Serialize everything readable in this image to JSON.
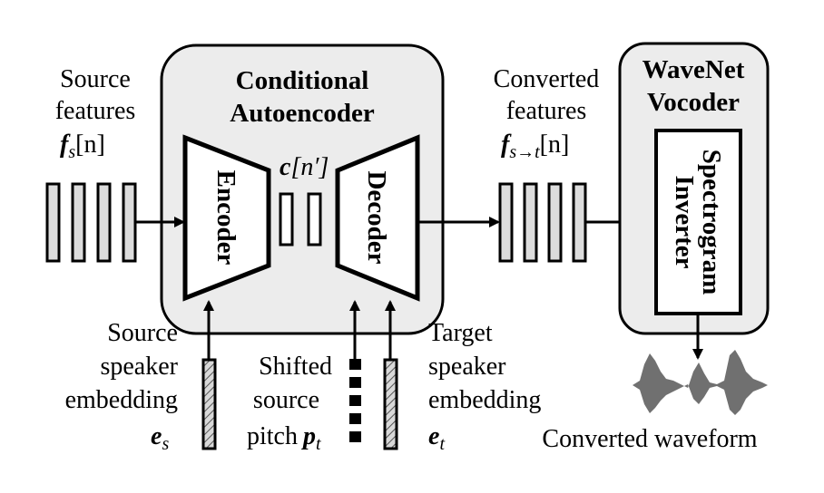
{
  "source_features": {
    "line1": "Source",
    "line2": "features",
    "symbol": "f",
    "sub": "s",
    "index": "[n]"
  },
  "autoencoder": {
    "line1": "Conditional",
    "line2": "Autoencoder"
  },
  "encoder": {
    "label": "Encoder"
  },
  "decoder": {
    "label": "Decoder"
  },
  "latent": {
    "symbol": "c",
    "index": "[n′]"
  },
  "converted_features": {
    "line1": "Converted",
    "line2": "features",
    "symbol": "f",
    "sub": "s→t",
    "index": "[n]"
  },
  "vocoder": {
    "line1": "WaveNet",
    "line2": "Vocoder"
  },
  "inverter": {
    "line1": "Spectrogram",
    "line2": "Inverter"
  },
  "source_speaker": {
    "line1": "Source",
    "line2": "speaker",
    "line3": "embedding",
    "symbol": "e",
    "sub": "s"
  },
  "pitch": {
    "line1": "Shifted",
    "line2": "source",
    "line3": "pitch",
    "symbol": "p",
    "sub": "t"
  },
  "target_speaker": {
    "line1": "Target",
    "line2": "speaker",
    "line3": "embedding",
    "symbol": "e",
    "sub": "t"
  },
  "waveform": {
    "label": "Converted waveform"
  },
  "colors": {
    "panel": "#ececec",
    "bar": "#dcdcdc",
    "wave": "#707070"
  },
  "icons": [
    "arrow-icon",
    "waveform-icon",
    "feature-bar-icon"
  ]
}
